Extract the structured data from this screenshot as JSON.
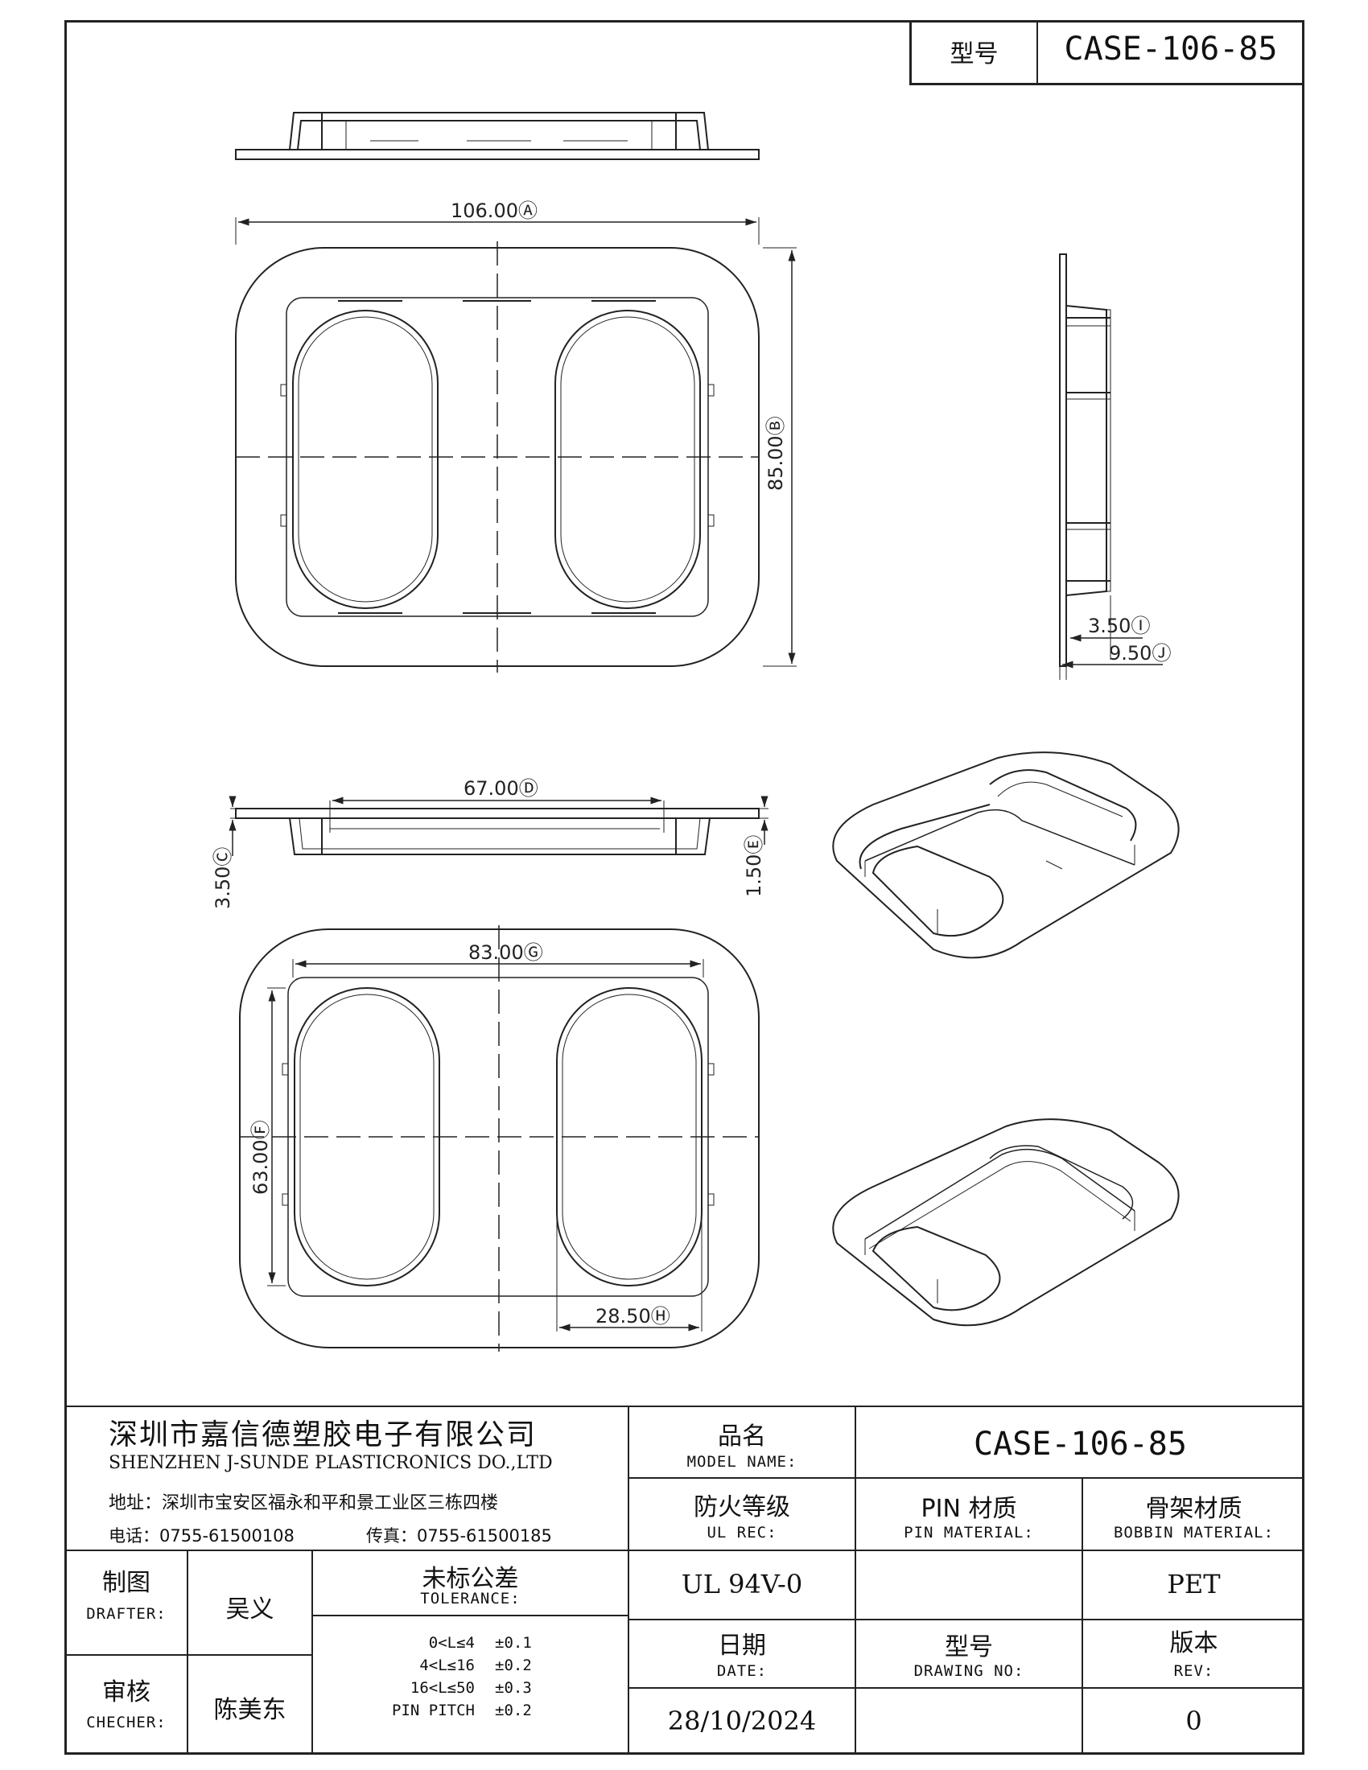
{
  "header": {
    "model_label": "型号",
    "model_value": "CASE-106-85"
  },
  "dimensions": {
    "A": "106.00Ⓐ",
    "B": "85.00Ⓑ",
    "I": "3.50Ⓘ",
    "J": "9.50Ⓙ",
    "D": "67.00Ⓓ",
    "C": "3.50Ⓒ",
    "E": "1.50Ⓔ",
    "G": "83.00Ⓖ",
    "F": "63.00Ⓕ",
    "H": "28.50Ⓗ"
  },
  "company": {
    "name_cn": "深圳市嘉信德塑胶电子有限公司",
    "name_en": "SHENZHEN J-SUNDE PLASTICRONICS DO.,LTD",
    "address": "地址：深圳市宝安区福永和平和景工业区三栋四楼",
    "phone": "电话：0755-61500108",
    "fax": "传真：0755-61500185"
  },
  "title_block": {
    "model_name_cn": "品名",
    "model_name_en": "MODEL NAME:",
    "model_name_value": "CASE-106-85",
    "ul_cn": "防火等级",
    "ul_en": "UL REC:",
    "ul_value": "UL 94V-0",
    "pin_cn": "PIN 材质",
    "pin_en": "PIN MATERIAL:",
    "pin_value": "",
    "bobbin_cn": "骨架材质",
    "bobbin_en": "BOBBIN MATERIAL:",
    "bobbin_value": "PET",
    "drafter_cn": "制图",
    "drafter_en": "DRAFTER:",
    "drafter_value": "吴义",
    "checker_cn": "审核",
    "checker_en": "CHECHER:",
    "checker_value": "陈美东",
    "tolerance_cn": "未标公差",
    "tolerance_en": "TOLERANCE:",
    "tolerance_rows": [
      {
        "range": "0<L≤4",
        "tol": "±0.1"
      },
      {
        "range": "4<L≤16",
        "tol": "±0.2"
      },
      {
        "range": "16<L≤50",
        "tol": "±0.3"
      },
      {
        "range": "PIN PITCH",
        "tol": "±0.2"
      }
    ],
    "date_cn": "日期",
    "date_en": "DATE:",
    "date_value": "28/10/2024",
    "drawing_no_cn": "型号",
    "drawing_no_en": "DRAWING NO:",
    "drawing_no_value": "",
    "rev_cn": "版本",
    "rev_en": "REV:",
    "rev_value": "0"
  }
}
